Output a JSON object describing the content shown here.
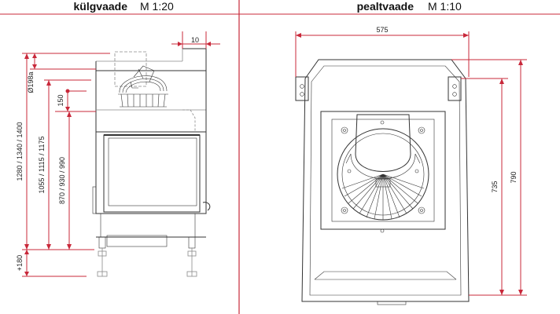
{
  "header": {
    "left_title": "külgvaade",
    "left_scale": "M 1:20",
    "right_title": "pealtvaade",
    "right_scale": "M 1:10"
  },
  "side_view": {
    "dim_top_offset": "10",
    "dim_flue_diameter": "Ø198a",
    "dim_150": "150",
    "dim_total_height": "1280 / 1340 / 1400",
    "dim_mid_height": "1055 / 1115 / 1175",
    "dim_low_height": "870 / 930 / 990",
    "dim_leg": "+180"
  },
  "top_view": {
    "dim_width": "575",
    "dim_depth_inner": "735",
    "dim_depth_outer": "790"
  },
  "colors": {
    "dimension": "#c8283a",
    "divider": "#c8283a",
    "line": "#333333"
  }
}
